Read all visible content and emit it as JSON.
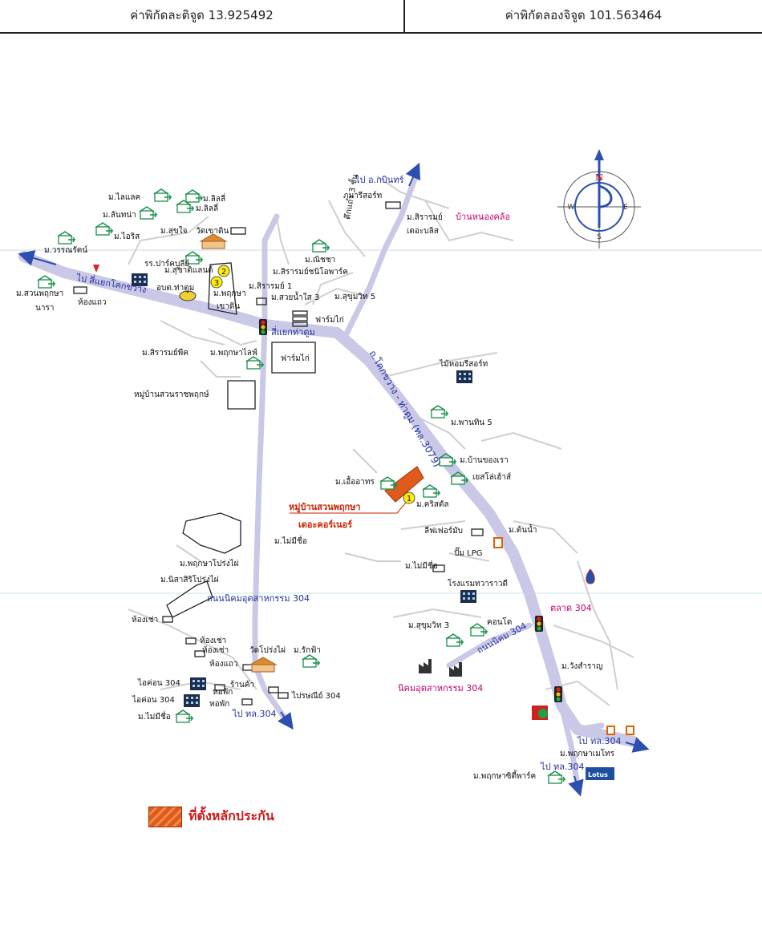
{
  "header": {
    "latitude_text": "ค่าพิกัดละติจูด 13.925492",
    "longitude_text": "ค่าพิกัดลองจิจูด 101.563464"
  },
  "compass": {
    "north": "N",
    "east": "E",
    "south": "S",
    "west": "W"
  },
  "roads": {
    "to_kabin": "ไป อ.กบินทร์",
    "to_khok_kwang": "ไป สี่แยกโคกขวาง",
    "junction_tha_toom": "สี่แยกท่าตูม",
    "route_3079": "ถ.โคกขวาง - ท่าตูม (ทล.3079)",
    "industrial_road": "ถนนนิคมอุตสาหกรรม 304",
    "nikhom_304_road": "ถนนนิคม 304",
    "to_304_a": "ไป ทล.304",
    "to_304_b": "ไป ทล.304",
    "to_304_c": "ไป ทล.304",
    "market_304": "ตลาด 304"
  },
  "places": [
    "ม.ลิลลี่",
    "ม.ไลแลค",
    "ม.ลิลลี่",
    "ม.ลันทน่า",
    "ม.ไอริส",
    "ม.วรรณรัตน์",
    "ม.สุขใจ",
    "วัดเขาดิน",
    "รร.ปาร์คบูลีย์",
    "ม.สุชาติแลนด์",
    "อบต.ท่าตูม",
    "ม.สวนพฤกษา",
    "ห้องแถว",
    "นารา",
    "ม.พฤกษา",
    "เขาดิน",
    "ภูมารีสอร์ท",
    "ตึกแถว 3 ชั้น",
    "ม.สิรารมย์",
    "เดอะบลิส",
    "บ้านหนองคล้อ",
    "ม.ณิชชา",
    "ม.สิรารมย์ชนิโอพาร์ค",
    "ม.สิรารมย์ 1",
    "ม.สวยน้ำใส 3",
    "ม.สุขุมวิท 5",
    "ฟาร์มไก่",
    "ม.สิรารมย์พีค",
    "ม.พฤกษาไลฟ์",
    "ฟาร์มไก่",
    "หมู่บ้านสวนราชพฤกษ์",
    "ไม้หอมรีสอร์ท",
    "ม.พานทิน 5",
    "ม.บ้านของเรา",
    "เยสโล่เฮ้าส์",
    "ม.เอื้ออาทร",
    "ม.คริสตัล",
    "ลีฟเฟอร์มับ",
    "ปั๊ม LPG",
    "ม.ต้นน้ำ",
    "ม.ไม่มีชื่อ",
    "ม.ไม่มีชื่อ",
    "โรงแรมทวาราวดี",
    "ม.พฤกษาโปร่งไผ่",
    "ม.นิสาสิริโปร่งไผ่",
    "ห้องเช่า",
    "ห้องเช่า",
    "ห้องเช่า",
    "ห้องแถว",
    "วัดโปร่งไผ่",
    "ม.รักฟ้า",
    "ร้านค้า",
    "ไปรษณีย์ 304",
    "หอพัก",
    "หอพัก",
    "ไอค่อน 304",
    "ไอค่อน 304",
    "ม.ไม่มีชื่อ",
    "ม.สุขุมวิท 3",
    "คอนโด",
    "นิคมอุตสาหกรรม 304",
    "ม.วังสำราญ",
    "ม.พฤกษาเมโทร",
    "ม.พฤกษาซิตี้พาร์ค",
    "Lotus"
  ],
  "project": {
    "name_line1": "หมู่บ้านสวนพฤกษา",
    "name_line2": "เดอะคอร์เนอร์"
  },
  "markers": {
    "m1": "1",
    "m2": "2",
    "m3": "3"
  },
  "legend": {
    "collateral_label": "ที่ตั้งหลักประกัน"
  },
  "colors": {
    "road": "#c9c8e6",
    "road_label": "#2230a0",
    "pink_label": "#c4006a",
    "project_fill": "#e05a1c",
    "marker_yellow": "#ffee00",
    "arrow_blue": "#2c4fb0",
    "house_icon": "#1a8f4a"
  }
}
